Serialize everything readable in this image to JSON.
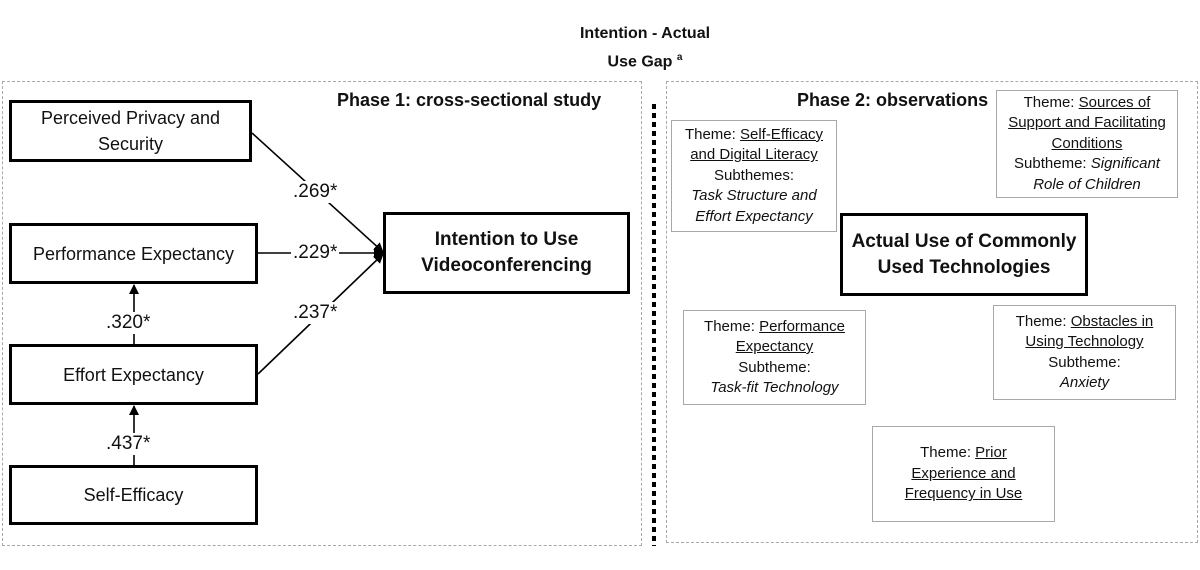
{
  "figure": {
    "title_line1": "Intention - Actual",
    "title_line2": "Use Gap",
    "title_superscript": "a"
  },
  "phase1": {
    "label": "Phase 1: cross-sectional study",
    "constructs": {
      "privacy_line1": "Perceived Privacy and",
      "privacy_line2": "Security",
      "performance": "Performance Expectancy",
      "effort": "Effort Expectancy",
      "self_efficacy": "Self-Efficacy",
      "intention_line1": "Intention to Use",
      "intention_line2": "Videoconferencing"
    },
    "paths": {
      "privacy_to_intention": ".269*",
      "performance_to_intention": ".229*",
      "effort_to_intention": ".237*",
      "effort_to_performance": ".320*",
      "selfefficacy_to_effort": ".437*"
    }
  },
  "phase2": {
    "label": "Phase 2: observations",
    "central_line1": "Actual Use of Commonly",
    "central_line2": "Used Technologies",
    "themes": {
      "self_efficacy": {
        "theme_prefix": "Theme: ",
        "theme_line1": "Self-Efficacy",
        "theme_line2": "and Digital Literacy",
        "sub_label": "Subthemes:",
        "sub_line1": "Task Structure and",
        "sub_line2": "Effort Expectancy"
      },
      "support": {
        "theme_prefix": "Theme: ",
        "theme_line1": "Sources of",
        "theme_line2": "Support and Facilitating",
        "theme_line3": "Conditions",
        "sub_label": "Subtheme: ",
        "sub_line1": "Significant",
        "sub_line2": "Role of Children"
      },
      "performance": {
        "theme_prefix": "Theme: ",
        "theme_line1": "Performance",
        "theme_line2": "Expectancy",
        "sub_label": "Subtheme:",
        "sub_line1": "Task-fit Technology"
      },
      "obstacles": {
        "theme_prefix": "Theme: ",
        "theme_line1": "Obstacles in",
        "theme_line2": "Using Technology",
        "sub_label": "Subtheme:",
        "sub_line1": "Anxiety"
      },
      "prior": {
        "theme_prefix": "Theme: ",
        "theme_line1": "Prior",
        "theme_line2": "Experience and",
        "theme_line3": "Frequency in Use"
      }
    }
  }
}
